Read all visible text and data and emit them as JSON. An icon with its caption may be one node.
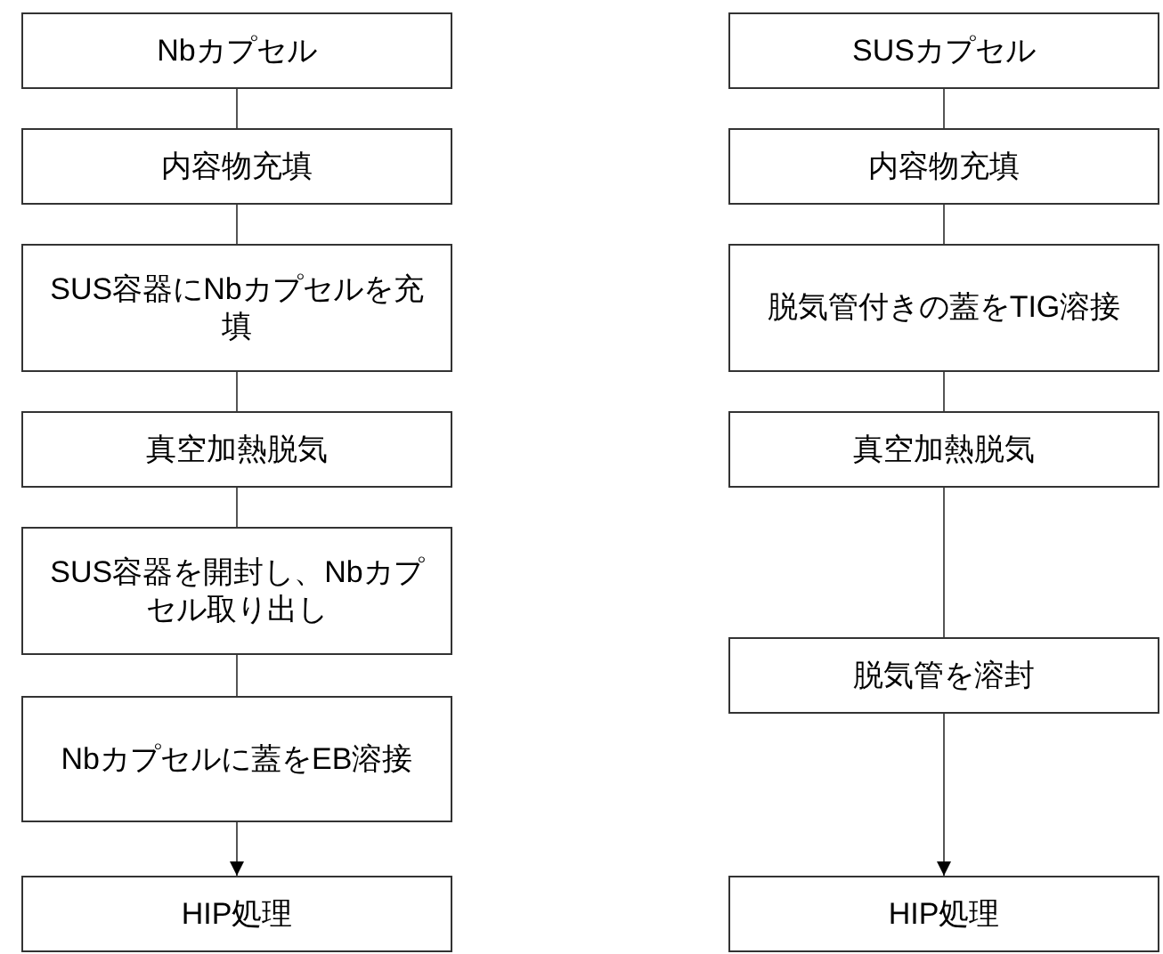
{
  "diagram": {
    "nodes": [
      {
        "text": [
          "Nbカプセル"
        ]
      },
      {
        "text": [
          "内容物充填"
        ]
      },
      {
        "text": [
          "SUS容器にNbカプセルを充填"
        ]
      },
      {
        "text": [
          "真空加熱脱気"
        ]
      },
      {
        "text": [
          "SUS容器を開封し、Nbカプセル取り出し"
        ]
      },
      {
        "text": [
          "Nbカプセルに蓋をEB溶接"
        ]
      },
      {
        "text": [
          "HIP処理"
        ]
      },
      {
        "text": [
          "SUSカプセル"
        ]
      },
      {
        "text": [
          "内容物充填"
        ]
      },
      {
        "text": [
          "脱気管付きの蓋をTIG溶接"
        ]
      },
      {
        "text": [
          "真空加熱脱気"
        ]
      },
      {
        "text": [
          "脱気管を溶封"
        ]
      },
      {
        "text": [
          "HIP処理"
        ]
      }
    ],
    "edges": [
      {
        "from": 0,
        "to": 1,
        "arrow": "none"
      },
      {
        "from": 1,
        "to": 2,
        "arrow": "none"
      },
      {
        "from": 2,
        "to": 3,
        "arrow": "none"
      },
      {
        "from": 3,
        "to": 4,
        "arrow": "none"
      },
      {
        "from": 4,
        "to": 5,
        "arrow": "none"
      },
      {
        "from": 5,
        "to": 6,
        "arrow": "to"
      },
      {
        "from": 7,
        "to": 8,
        "arrow": "none"
      },
      {
        "from": 8,
        "to": 9,
        "arrow": "none"
      },
      {
        "from": 9,
        "to": 10,
        "arrow": "none"
      },
      {
        "from": 10,
        "to": 11,
        "arrow": "none"
      },
      {
        "from": 11,
        "to": 12,
        "arrow": "to"
      }
    ]
  }
}
